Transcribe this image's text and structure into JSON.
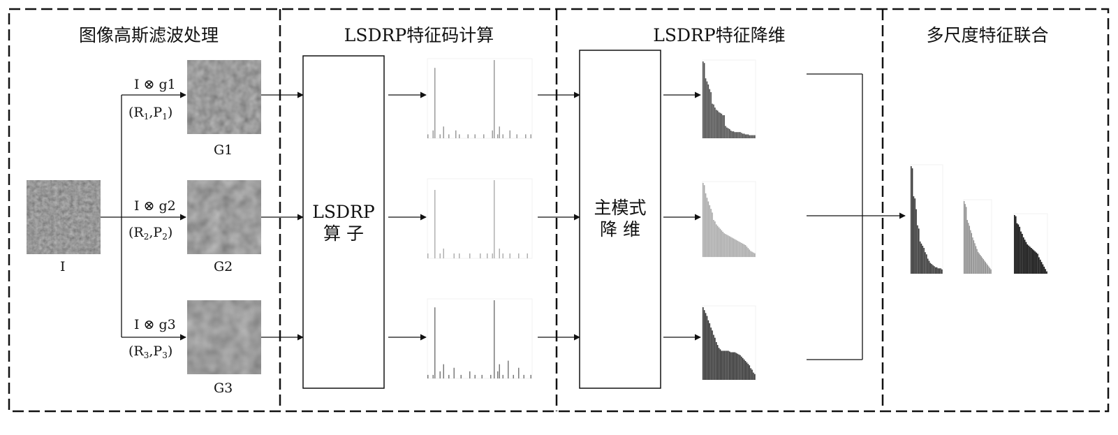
{
  "panels": {
    "p1_title": "图像高斯滤波处理",
    "p2_title": "LSDRP特征码计算",
    "p3_title": "LSDRP特征降维",
    "p4_title": "多尺度特征联合"
  },
  "input": {
    "label": "I"
  },
  "branches": [
    {
      "op": "I ⊗ g1",
      "param_R": "(R",
      "sub1": "1",
      "param_mid": ",P",
      "sub2": "1",
      "param_end": ")",
      "output": "G1"
    },
    {
      "op": "I ⊗ g2",
      "param_R": "(R",
      "sub1": "2",
      "param_mid": ",P",
      "sub2": "2",
      "param_end": ")",
      "output": "G2"
    },
    {
      "op": "I ⊗ g3",
      "param_R": "(R",
      "sub1": "3",
      "param_mid": ",P",
      "sub2": "3",
      "param_end": ")",
      "output": "G3"
    }
  ],
  "boxes": {
    "operator_line1": "LSDRP",
    "operator_line2": "算 子",
    "reduction_line1": "主模式",
    "reduction_line2": "降 维"
  },
  "chart_data": [
    {
      "type": "bar",
      "series": [
        {
          "values": [
            1,
            0,
            0,
            2,
            18,
            0,
            0,
            1,
            0,
            3,
            0,
            0,
            1,
            0,
            0,
            0,
            2,
            0,
            1,
            0,
            0,
            0,
            0,
            1,
            0,
            0,
            0,
            1,
            0,
            0,
            0,
            0,
            1,
            0,
            0,
            0,
            0,
            2,
            20,
            0,
            1,
            3,
            0,
            1,
            0,
            0,
            0,
            2,
            0,
            0,
            0,
            1,
            0,
            0,
            0,
            0,
            1,
            0,
            0,
            1
          ]
        }
      ]
    },
    {
      "type": "bar",
      "series": [
        {
          "values": [
            1,
            0,
            0,
            0,
            14,
            0,
            0,
            1,
            0,
            2,
            0,
            0,
            0,
            0,
            0,
            1,
            0,
            0,
            1,
            0,
            0,
            0,
            0,
            0,
            1,
            0,
            0,
            0,
            0,
            0,
            1,
            0,
            0,
            0,
            1,
            0,
            0,
            1,
            16,
            0,
            0,
            2,
            0,
            1,
            0,
            0,
            0,
            1,
            0,
            0,
            0,
            0,
            1,
            0,
            0,
            0,
            0,
            1,
            0,
            0
          ]
        }
      ]
    },
    {
      "type": "bar",
      "series": [
        {
          "values": [
            1,
            0,
            0,
            1,
            20,
            0,
            0,
            2,
            0,
            4,
            0,
            0,
            1,
            0,
            0,
            3,
            0,
            0,
            0,
            1,
            0,
            0,
            0,
            0,
            2,
            0,
            0,
            1,
            0,
            0,
            0,
            1,
            0,
            0,
            0,
            0,
            1,
            0,
            22,
            0,
            2,
            4,
            0,
            1,
            0,
            0,
            5,
            0,
            0,
            1,
            0,
            0,
            3,
            0,
            0,
            1,
            0,
            0,
            0,
            1
          ]
        }
      ]
    },
    {
      "type": "bar",
      "series": [
        {
          "values": [
            100,
            98,
            78,
            74,
            70,
            64,
            60,
            45,
            44,
            40,
            37,
            36,
            34,
            33,
            32,
            30,
            30,
            16,
            14,
            13,
            12,
            10,
            9,
            9,
            8,
            8,
            8,
            8,
            8,
            7,
            6,
            6,
            5,
            5,
            5,
            4,
            4,
            4,
            4,
            4
          ]
        }
      ]
    },
    {
      "type": "bar",
      "series": [
        {
          "values": [
            100,
            97,
            86,
            80,
            75,
            70,
            65,
            60,
            50,
            48,
            44,
            42,
            40,
            38,
            36,
            34,
            32,
            31,
            30,
            29,
            28,
            27,
            26,
            25,
            24,
            23,
            22,
            21,
            20,
            19,
            18,
            17,
            16,
            14,
            12,
            10,
            8,
            7,
            6,
            5
          ]
        }
      ]
    },
    {
      "type": "bar",
      "series": [
        {
          "values": [
            100,
            96,
            92,
            88,
            82,
            78,
            72,
            68,
            62,
            58,
            52,
            48,
            44,
            42,
            40,
            40,
            40,
            40,
            40,
            40,
            39,
            38,
            38,
            38,
            38,
            37,
            36,
            35,
            34,
            32,
            30,
            28,
            26,
            24,
            22,
            20,
            16,
            14,
            10,
            8
          ]
        }
      ]
    },
    {
      "type": "bar",
      "series": [
        {
          "values": [
            100,
            98,
            72,
            70,
            60,
            45,
            42,
            30,
            28,
            26,
            24,
            20,
            18,
            14,
            12,
            10,
            9,
            8,
            7,
            6,
            6,
            5,
            5,
            5,
            4
          ]
        }
      ]
    },
    {
      "type": "bar",
      "series": [
        {
          "values": [
            100,
            96,
            92,
            74,
            70,
            66,
            60,
            56,
            50,
            46,
            42,
            38,
            34,
            30,
            28,
            26,
            24,
            22,
            20,
            18,
            16,
            14,
            12,
            10,
            8,
            6
          ]
        }
      ]
    },
    {
      "type": "bar",
      "series": [
        {
          "values": [
            100,
            98,
            86,
            84,
            80,
            72,
            68,
            62,
            58,
            54,
            50,
            48,
            46,
            44,
            42,
            40,
            38,
            36,
            34,
            28,
            24,
            20,
            16,
            12,
            8,
            4
          ]
        }
      ]
    }
  ]
}
